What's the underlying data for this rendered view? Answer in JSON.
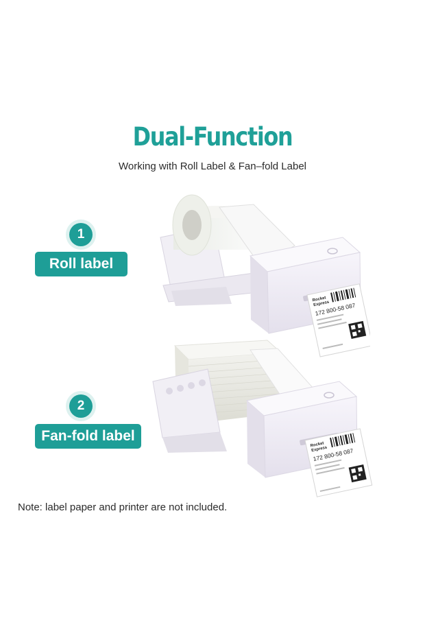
{
  "header": {
    "title": "Dual-Function",
    "subtitle": "Working with Roll Label & Fan–fold Label"
  },
  "modes": [
    {
      "number": "1",
      "label": "Roll label"
    },
    {
      "number": "2",
      "label": "Fan-fold label"
    }
  ],
  "shipping_label": {
    "carrier_line1": "Rocket",
    "carrier_line2": "Express",
    "tracking": "172 800-58 087"
  },
  "note": "Note: label paper and printer are not included.",
  "colors": {
    "accent": "#1e9e97",
    "badge_ring": "#ddf1ef"
  }
}
